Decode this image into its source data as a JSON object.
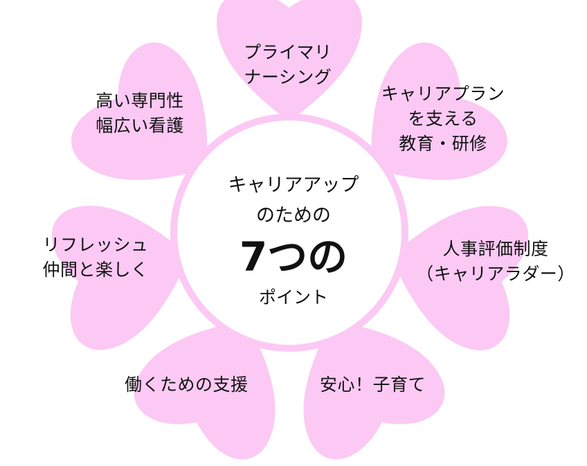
{
  "colors": {
    "petal_fill": "#fbc9f4",
    "center_fill": "#ffffff",
    "center_stroke": "#fbc9f4",
    "text": "#111111"
  },
  "center": {
    "line1": "キャリアアップ",
    "line2": "のための",
    "emphasis": "7つの",
    "line4": "ポイント"
  },
  "petals": [
    {
      "id": "primary-nursing",
      "lines": [
        "プライマリ",
        "ナーシング"
      ]
    },
    {
      "id": "career-plan-education",
      "lines": [
        "キャリアプラン",
        "を支える",
        "教育・研修"
      ]
    },
    {
      "id": "personnel-evaluation",
      "lines": [
        "人事評価制度",
        "（キャリアラダー）"
      ]
    },
    {
      "id": "childcare-support",
      "lines": [
        "安心！子育て"
      ]
    },
    {
      "id": "work-support",
      "lines": [
        "働くための支援"
      ]
    },
    {
      "id": "refresh",
      "lines": [
        "リフレッシュ",
        "仲間と楽しく"
      ]
    },
    {
      "id": "expertise",
      "lines": [
        "高い専門性",
        "幅広い看護"
      ]
    }
  ]
}
